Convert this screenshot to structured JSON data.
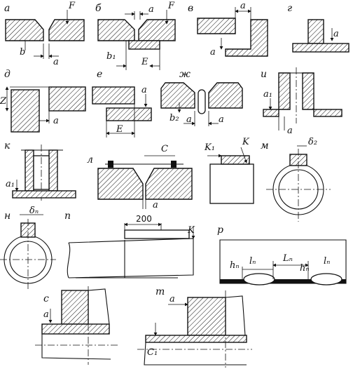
{
  "panels": {
    "a": {
      "letter": "а",
      "dims": [
        "F",
        "b",
        "a"
      ]
    },
    "b": {
      "letter": "б",
      "dims": [
        "F",
        "a",
        "b₁",
        "E"
      ]
    },
    "v": {
      "letter": "в",
      "dims": [
        "a",
        "a"
      ]
    },
    "g": {
      "letter": "г",
      "dims": [
        "a"
      ]
    },
    "d": {
      "letter": "д",
      "dims": [
        "Z",
        "a"
      ]
    },
    "e": {
      "letter": "е",
      "dims": [
        "a",
        "E"
      ]
    },
    "zh": {
      "letter": "ж",
      "dims": [
        "b₂",
        "a",
        "a"
      ]
    },
    "i": {
      "letter": "и",
      "dims": [
        "a₁",
        "a"
      ]
    },
    "k": {
      "letter": "к",
      "dims": [
        "a₁"
      ]
    },
    "l": {
      "letter": "л",
      "dims": [
        "C",
        "K₁",
        "K",
        "a"
      ]
    },
    "m": {
      "letter": "м",
      "dims": [
        "δ₂"
      ]
    },
    "n": {
      "letter": "н",
      "dims": [
        "δₙ"
      ]
    },
    "p": {
      "letter": "п",
      "dims": [
        "200",
        "K"
      ]
    },
    "r": {
      "letter": "р",
      "dims": [
        "hₙ",
        "lₙ",
        "Lₙ",
        "hₙ",
        "lₙ"
      ]
    },
    "s": {
      "letter": "с",
      "dims": [
        "a"
      ]
    },
    "t": {
      "letter": "т",
      "dims": [
        "a",
        "C₁"
      ]
    }
  }
}
